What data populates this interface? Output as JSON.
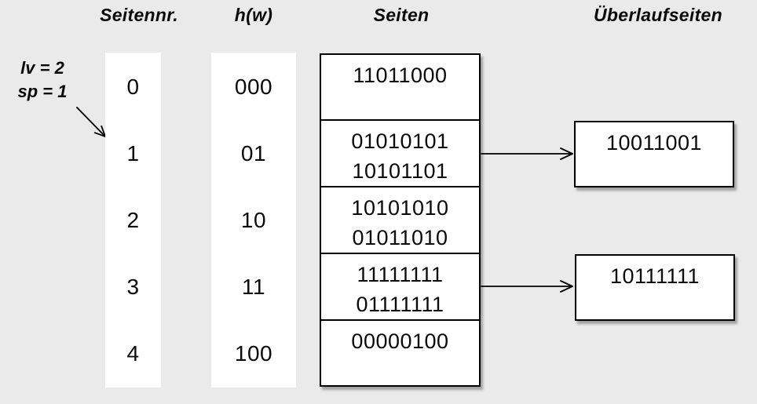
{
  "headers": {
    "col_page_no": "Seitennr.",
    "col_hash": "h(w)",
    "col_pages": "Seiten",
    "col_overflow": "Überlaufseiten"
  },
  "annotation": {
    "lv": "lv = 2",
    "sp": "sp = 1"
  },
  "table": {
    "rows": [
      {
        "nr": "0",
        "hash": "000",
        "line1": "11011000",
        "line2": ""
      },
      {
        "nr": "1",
        "hash": "01",
        "line1": "01010101",
        "line2": "10101101"
      },
      {
        "nr": "2",
        "hash": "10",
        "line1": "10101010",
        "line2": "01011010"
      },
      {
        "nr": "3",
        "hash": "11",
        "line1": "11111111",
        "line2": "01111111"
      },
      {
        "nr": "4",
        "hash": "100",
        "line1": "00000100",
        "line2": ""
      }
    ]
  },
  "overflow": {
    "box1": {
      "value": "10011001",
      "from_row": "1"
    },
    "box2": {
      "value": "10111111",
      "from_row": "3"
    }
  },
  "colors": {
    "background": "#eaeaea",
    "box_fill": "#ffffff",
    "line": "#000000"
  }
}
